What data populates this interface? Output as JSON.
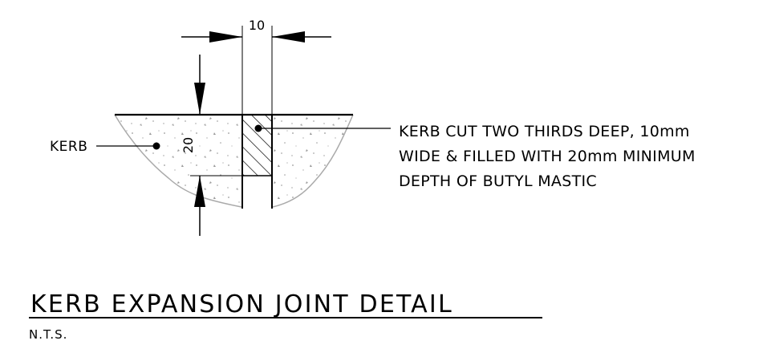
{
  "drawing": {
    "dimension_width": "10",
    "dimension_depth": "20",
    "kerb_label": "KERB",
    "note_lines": [
      "KERB CUT TWO THIRDS DEEP, 10mm",
      "WIDE & FILLED WITH 20mm MINIMUM",
      "DEPTH OF BUTYL MASTIC"
    ],
    "title": "KERB EXPANSION JOINT DETAIL",
    "subtitle": "N.T.S."
  }
}
